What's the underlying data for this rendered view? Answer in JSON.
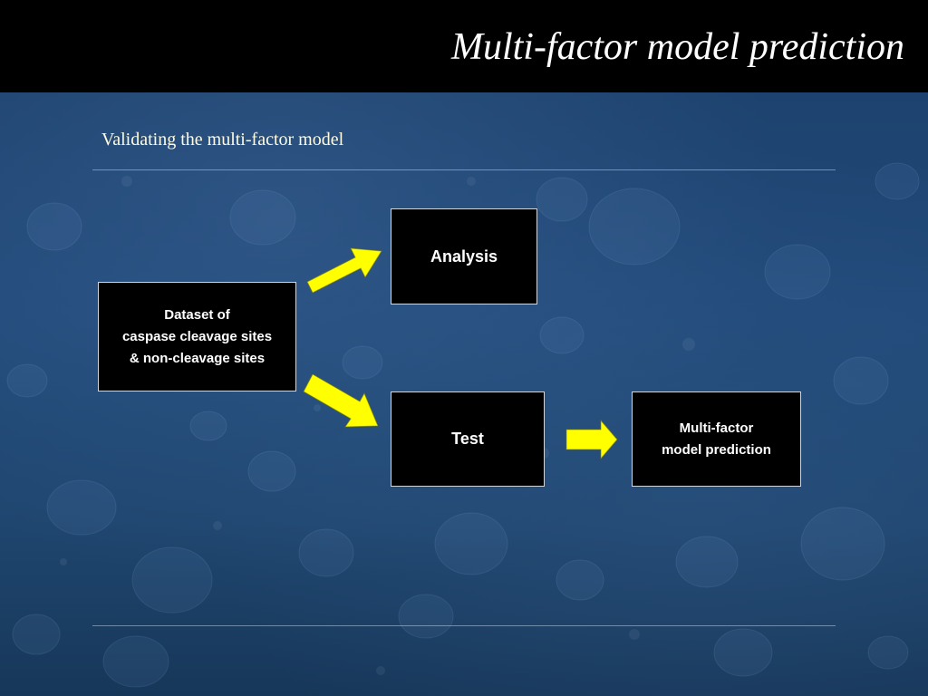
{
  "header": {
    "title": "Multi-factor model prediction"
  },
  "subtitle": "Validating the multi-factor model",
  "diagram": {
    "nodes": {
      "dataset": {
        "lines": [
          "Dataset of",
          "caspase cleavage sites",
          "& non-cleavage sites"
        ]
      },
      "analysis": {
        "label": "Analysis"
      },
      "test": {
        "label": "Test"
      },
      "model": {
        "lines": [
          "Multi-factor",
          "model prediction"
        ]
      }
    },
    "arrow_color": "#ffff00"
  },
  "colors": {
    "header_bg": "#000000",
    "box_bg": "#000000",
    "box_border": "#cfd6de",
    "background": "#1f466f",
    "subtitle_text": "#fffbe0"
  }
}
